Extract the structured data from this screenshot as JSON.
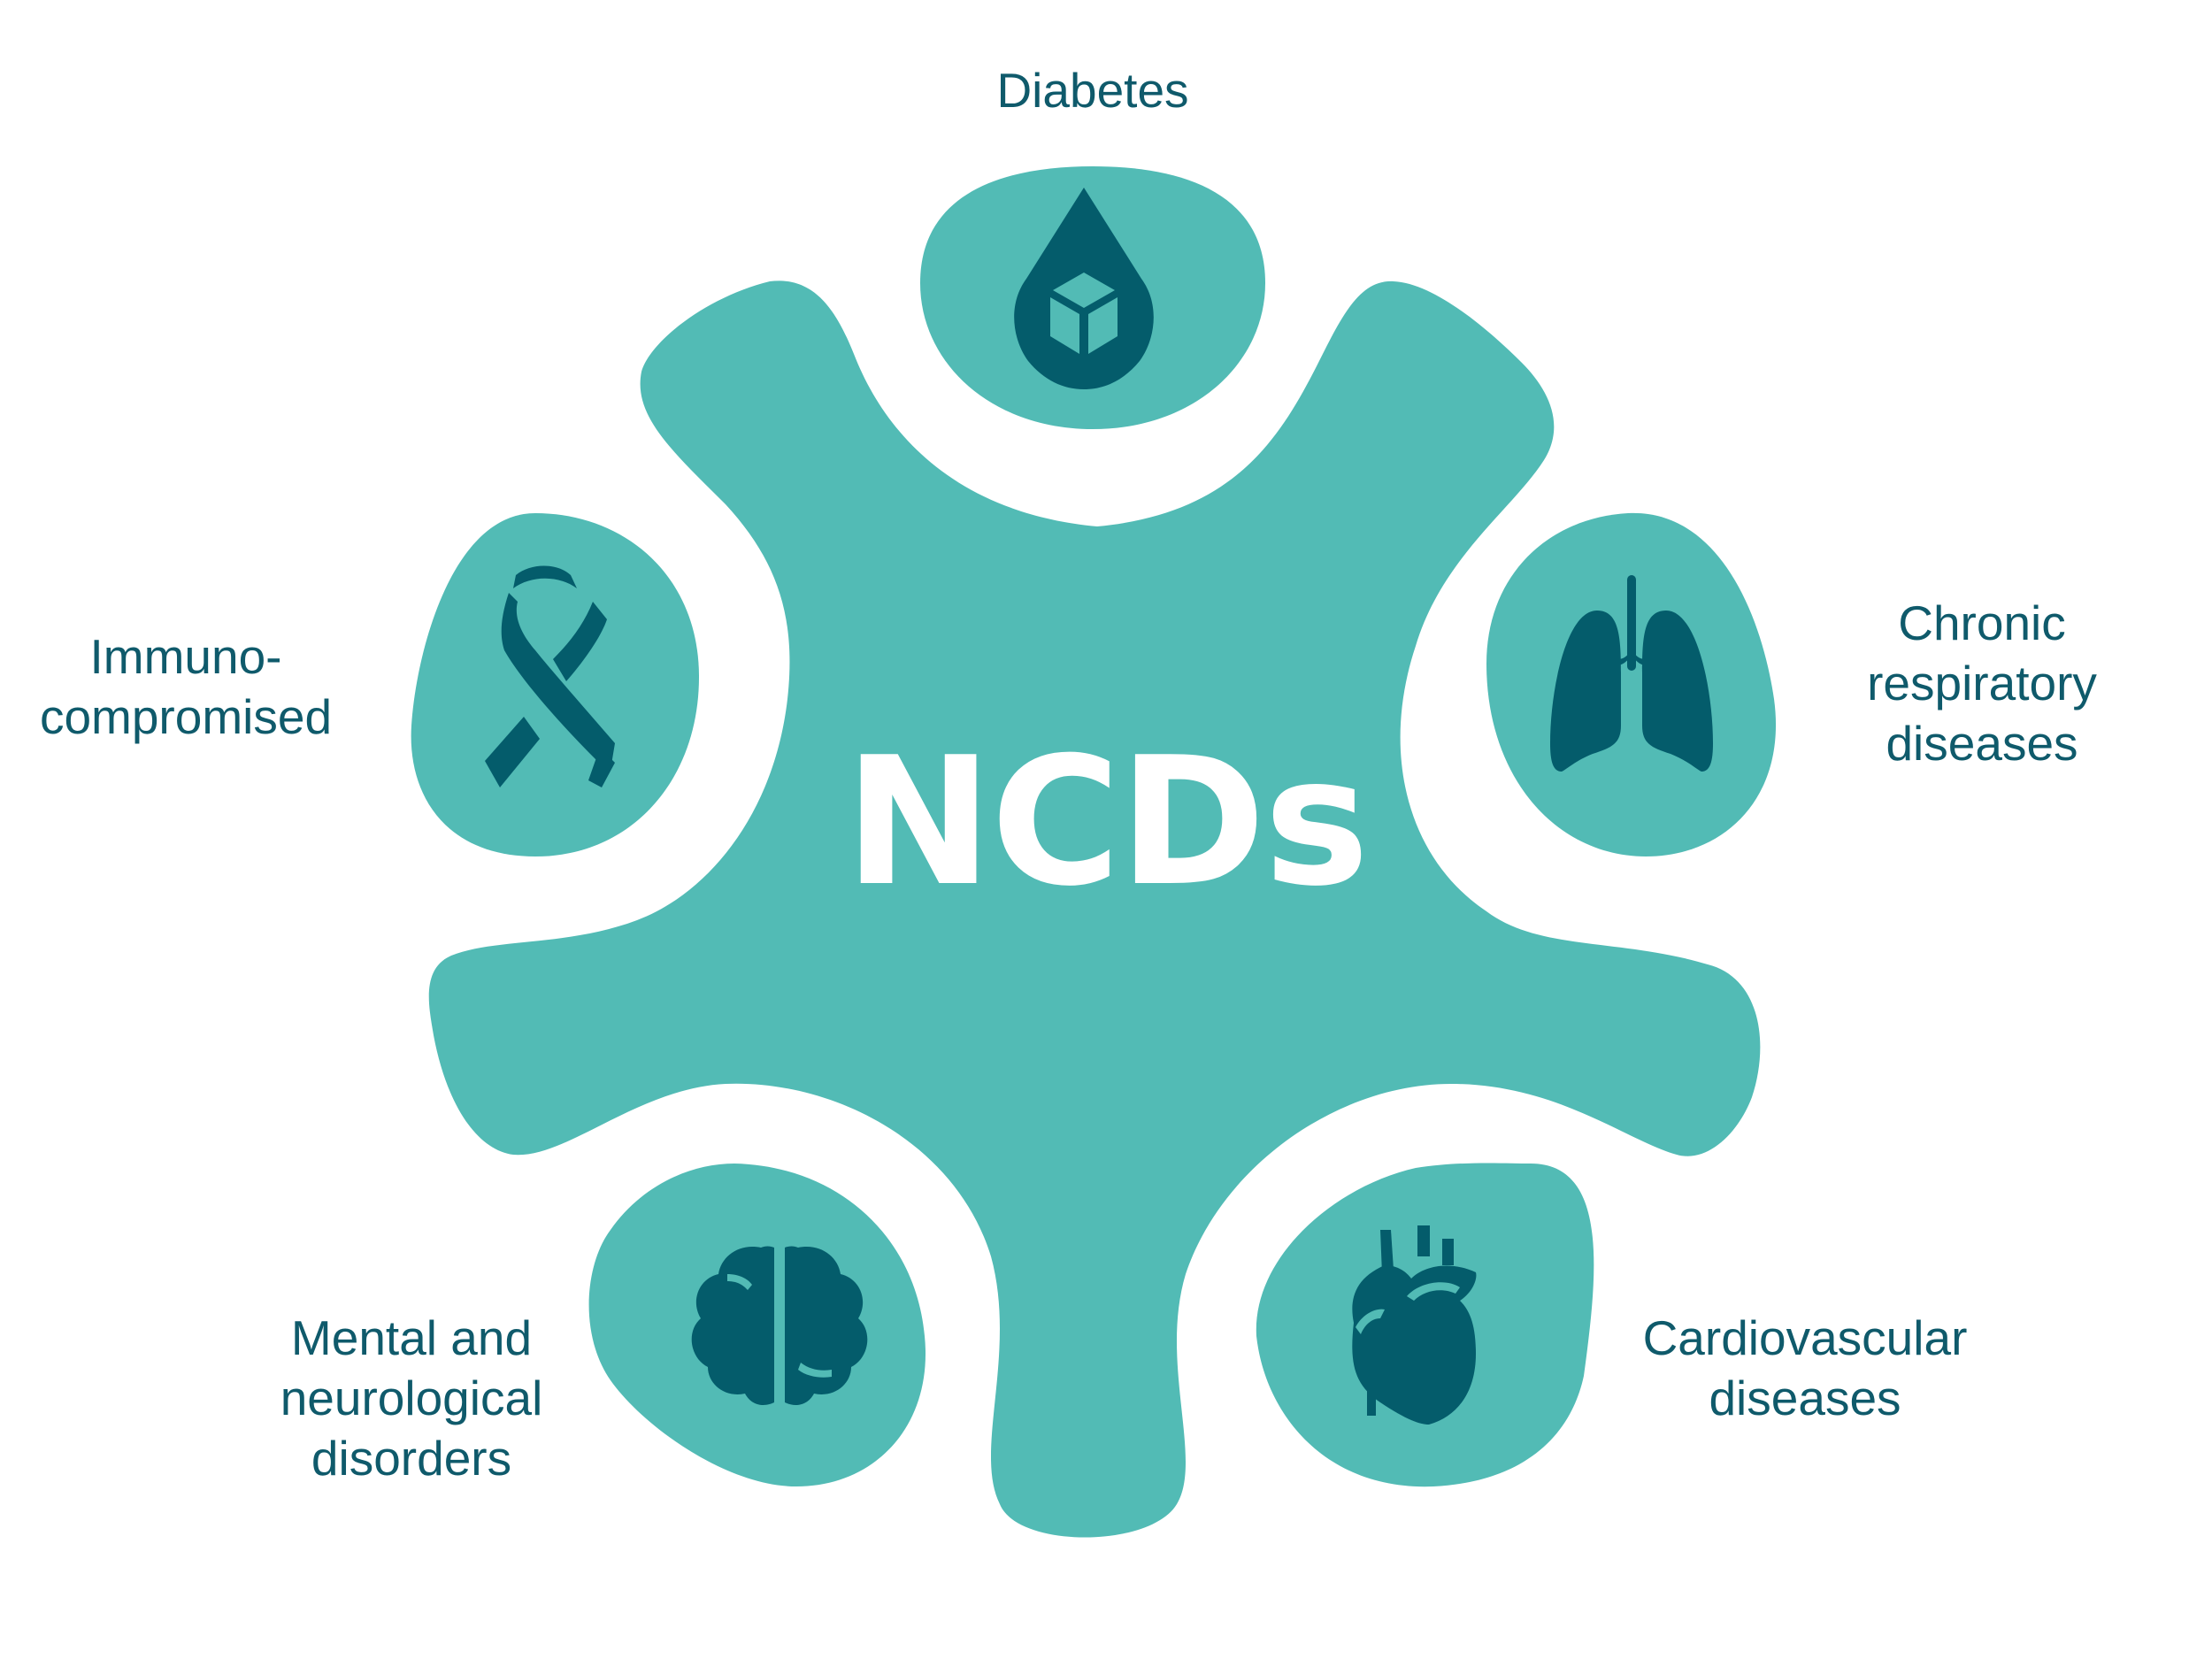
{
  "center": {
    "title": "NCDs"
  },
  "categories": [
    {
      "key": "diabetes",
      "label_lines": [
        "Diabetes"
      ],
      "icon": "blood-drop-sugar-cube-icon"
    },
    {
      "key": "chronic-respiratory",
      "label_lines": [
        "Chronic",
        "respiratory",
        "diseases"
      ],
      "icon": "lungs-icon"
    },
    {
      "key": "cardiovascular",
      "label_lines": [
        "Cardiovascular",
        "diseases"
      ],
      "icon": "heart-icon"
    },
    {
      "key": "mental-neurological",
      "label_lines": [
        "Mental and",
        "neurological",
        "disorders"
      ],
      "icon": "brain-icon"
    },
    {
      "key": "immunocompromised",
      "label_lines": [
        "Immuno-",
        "compromised"
      ],
      "icon": "awareness-ribbon-icon"
    }
  ],
  "colors": {
    "blob": "#52bbb5",
    "icon": "#045c6b",
    "text": "#0f5a6b",
    "background": "#ffffff"
  }
}
